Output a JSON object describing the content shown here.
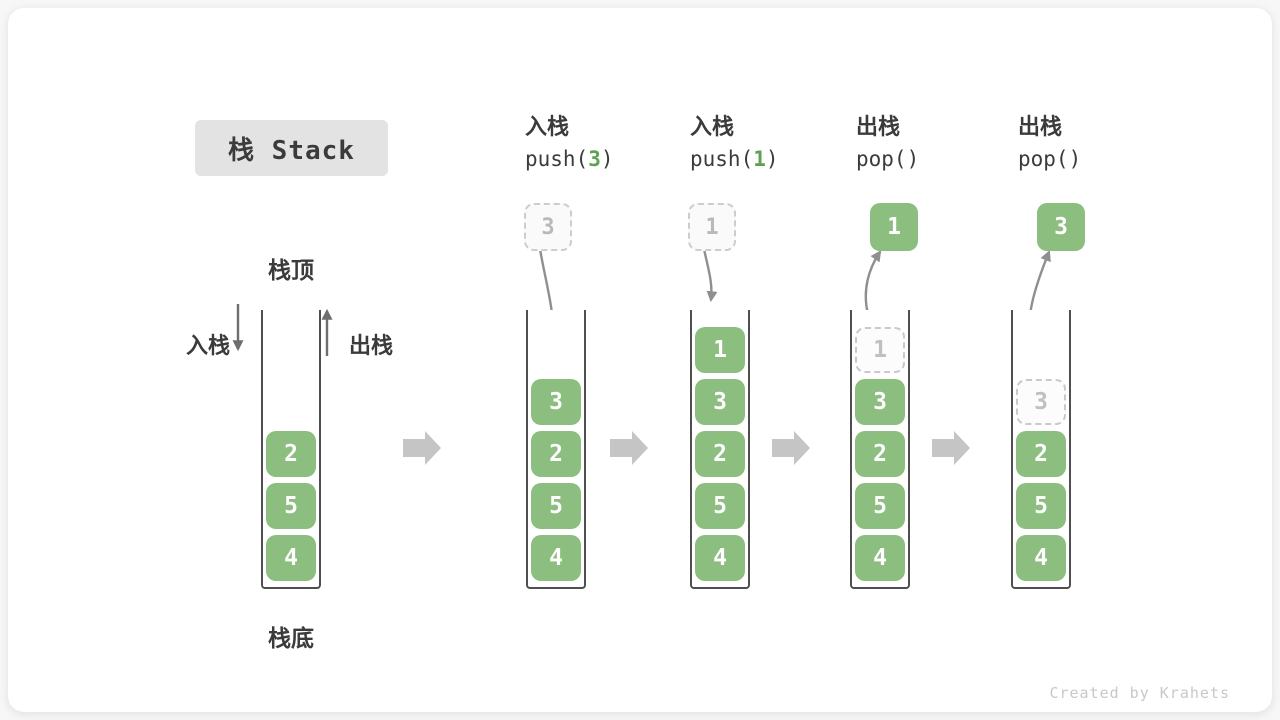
{
  "title": {
    "text": "栈 Stack"
  },
  "legend": {
    "stack_top": "栈顶",
    "stack_bottom": "栈底",
    "push": "入栈",
    "pop": "出栈"
  },
  "operations": [
    {
      "label": "入栈",
      "code_pre": "push(",
      "code_arg": "3",
      "code_post": ")"
    },
    {
      "label": "入栈",
      "code_pre": "push(",
      "code_arg": "1",
      "code_post": ")"
    },
    {
      "label": "出栈",
      "code_pre": "pop()",
      "code_arg": "",
      "code_post": ""
    },
    {
      "label": "出栈",
      "code_pre": "pop()",
      "code_arg": "",
      "code_post": ""
    }
  ],
  "stacks": [
    {
      "name": "initial state",
      "cells": [
        {
          "value": "2"
        },
        {
          "value": "5"
        },
        {
          "value": "4"
        }
      ]
    },
    {
      "name": "after push(3)",
      "incoming": {
        "value": "3"
      },
      "cells": [
        {
          "value": "3"
        },
        {
          "value": "2"
        },
        {
          "value": "5"
        },
        {
          "value": "4"
        }
      ]
    },
    {
      "name": "after push(1)",
      "incoming": {
        "value": "1"
      },
      "cells": [
        {
          "value": "1"
        },
        {
          "value": "3"
        },
        {
          "value": "2"
        },
        {
          "value": "5"
        },
        {
          "value": "4"
        }
      ]
    },
    {
      "name": "after pop() -> 1",
      "popped": {
        "value": "1"
      },
      "cells": [
        {
          "value": "1",
          "ghost": true
        },
        {
          "value": "3"
        },
        {
          "value": "2"
        },
        {
          "value": "5"
        },
        {
          "value": "4"
        }
      ]
    },
    {
      "name": "after pop() -> 3",
      "popped": {
        "value": "3"
      },
      "cells": [
        {
          "value": "3",
          "ghost": true
        },
        {
          "value": "2"
        },
        {
          "value": "5"
        },
        {
          "value": "4"
        }
      ]
    }
  ],
  "colors": {
    "box_green": "#8cbe80",
    "code_arg_green": "#5fa052",
    "flow_arrow_gray": "#c5c5c5",
    "title_bg": "#e3e3e3",
    "text_dark": "#3b3b3b",
    "ghost_gray": "#c0c0c0"
  },
  "watermark": "Created by Krahets"
}
